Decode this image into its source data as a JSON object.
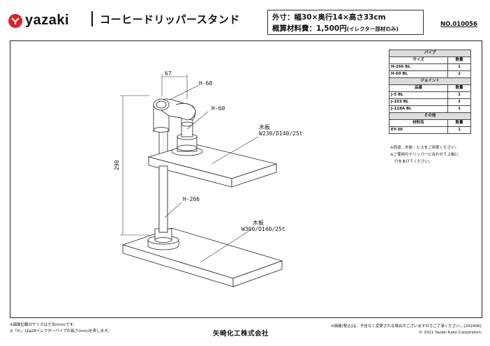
{
  "brand": {
    "logo_text": "yazaki",
    "brand_color": "#d8232a"
  },
  "title": "コーヒードリッパースタンド",
  "spec": {
    "size_label": "外寸：幅30×奥行14×高さ33cm",
    "cost_label": "概算材料費：1,500円",
    "cost_note": "(イレクター部材のみ)"
  },
  "doc_no": "NO.010056",
  "drawing": {
    "label_67": "67",
    "label_h60_top": "H-60",
    "label_h60_mid": "H-60",
    "label_board_upper_name": "木板",
    "label_board_upper_size": "W230/D140/25t",
    "label_290": "290",
    "label_h266": "H-266",
    "label_board_lower_name": "木板",
    "label_board_lower_size": "W300/D140/25t"
  },
  "parts": {
    "pipe_section": "パイプ",
    "pipe_headers": [
      "サイズ",
      "数量"
    ],
    "pipe_rows": [
      [
        "H-266 BL",
        "1"
      ],
      [
        "H-60 BL",
        "2"
      ]
    ],
    "joint_section": "ジョイント",
    "joint_headers": [
      "品番",
      "数量"
    ],
    "joint_rows": [
      [
        "J-5 BL",
        "1"
      ],
      [
        "J-103 BL",
        "2"
      ],
      [
        "J-118A BL",
        "1"
      ]
    ],
    "other_section": "その他",
    "other_headers": [
      "材料名",
      "数量"
    ],
    "other_rows": [
      [
        "EY-30",
        "1"
      ]
    ],
    "note1": "※別途、木板・ビスをご用意ください。",
    "note2": "※ご使用のドリッパーに合わせて上板に",
    "note3": "穴をあけてください。"
  },
  "footer": {
    "left1": "※図面記載のサイズは寸法(mm)です。",
    "left2": "※「H-」はφ28イレクターパイプの長さ(mm)を表します。",
    "company": "矢崎化工株式会社",
    "right1": "※価格(税込)は、予告なく変更される場合がございますのでご了承ください。[202406]",
    "right2": "© 2021 Yazaki Kako Corporation."
  }
}
